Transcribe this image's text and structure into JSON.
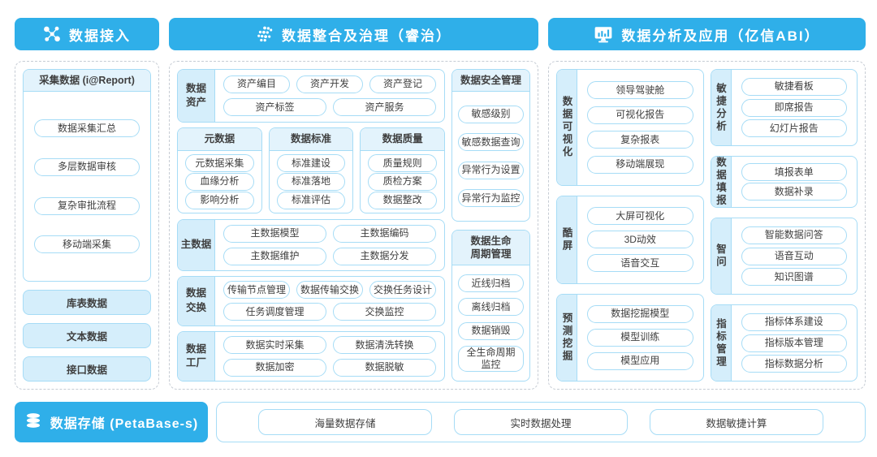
{
  "colors": {
    "header_blue": "#2FAFE9",
    "label_fill": "#D5EEFB",
    "strip_fill": "#E3F3FC",
    "border_blue": "#A6DCF6",
    "text": "#3F3F3F"
  },
  "headers": {
    "access": "数据接入",
    "governance": "数据整合及治理（睿治）",
    "analysis": "数据分析及应用（亿信ABI）"
  },
  "access_panel": {
    "collect": {
      "title": "采集数据 (i@Report)",
      "items": [
        "数据采集汇总",
        "多层数据审核",
        "复杂审批流程",
        "移动端采集"
      ]
    },
    "sources": [
      "库表数据",
      "文本数据",
      "接口数据"
    ]
  },
  "governance_panel": {
    "asset": {
      "label": "数据\n资产",
      "row1": [
        "资产编目",
        "资产开发",
        "资产登记"
      ],
      "row2": [
        "资产标签",
        "资产服务"
      ]
    },
    "meta": {
      "title": "元数据",
      "items": [
        "元数据采集",
        "血缘分析",
        "影响分析"
      ]
    },
    "standard": {
      "title": "数据标准",
      "items": [
        "标准建设",
        "标准落地",
        "标准评估"
      ]
    },
    "quality": {
      "title": "数据质量",
      "items": [
        "质量规则",
        "质检方案",
        "数据整改"
      ]
    },
    "master": {
      "label": "主数据",
      "row1": [
        "主数据模型",
        "主数据编码"
      ],
      "row2": [
        "主数据维护",
        "主数据分发"
      ]
    },
    "exchange": {
      "label": "数据\n交换",
      "row1": [
        "传输节点管理",
        "数据传输交换",
        "交换任务设计"
      ],
      "row2": [
        "任务调度管理",
        "交换监控"
      ]
    },
    "factory": {
      "label": "数据\n工厂",
      "row1": [
        "数据实时采集",
        "数据清洗转换"
      ],
      "row2": [
        "数据加密",
        "数据脱敏"
      ]
    },
    "security": {
      "title": "数据安全管理",
      "items": [
        "敏感级别",
        "敏感数据查询",
        "异常行为设置",
        "异常行为监控"
      ]
    },
    "lifecycle": {
      "title": "数据生命\n周期管理",
      "items": [
        "近线归档",
        "离线归档",
        "数据销毁",
        "全生命周期\n监控"
      ]
    }
  },
  "analysis_panel": {
    "visualization": {
      "label": "数据可视化",
      "items": [
        "领导驾驶舱",
        "可视化报告",
        "复杂报表",
        "移动端展现"
      ]
    },
    "coolscreen": {
      "label": "酷屏",
      "items": [
        "大屏可视化",
        "3D动效",
        "语音交互"
      ]
    },
    "mining": {
      "label": "预测挖掘",
      "items": [
        "数据挖掘模型",
        "模型训练",
        "模型应用"
      ]
    },
    "agile": {
      "label": "敏捷分析",
      "items": [
        "敏捷看板",
        "即席报告",
        "幻灯片报告"
      ]
    },
    "reporting": {
      "label": "数据填报",
      "items": [
        "填报表单",
        "数据补录"
      ]
    },
    "smart_qa": {
      "label": "智问",
      "items": [
        "智能数据问答",
        "语音互动",
        "知识图谱"
      ]
    },
    "indicator": {
      "label": "指标管理",
      "items": [
        "指标体系建设",
        "指标版本管理",
        "指标数据分析"
      ]
    }
  },
  "storage": {
    "label": "数据存储 (PetaBase-s)",
    "items": [
      "海量数据存储",
      "实时数据处理",
      "数据敏捷计算"
    ]
  }
}
